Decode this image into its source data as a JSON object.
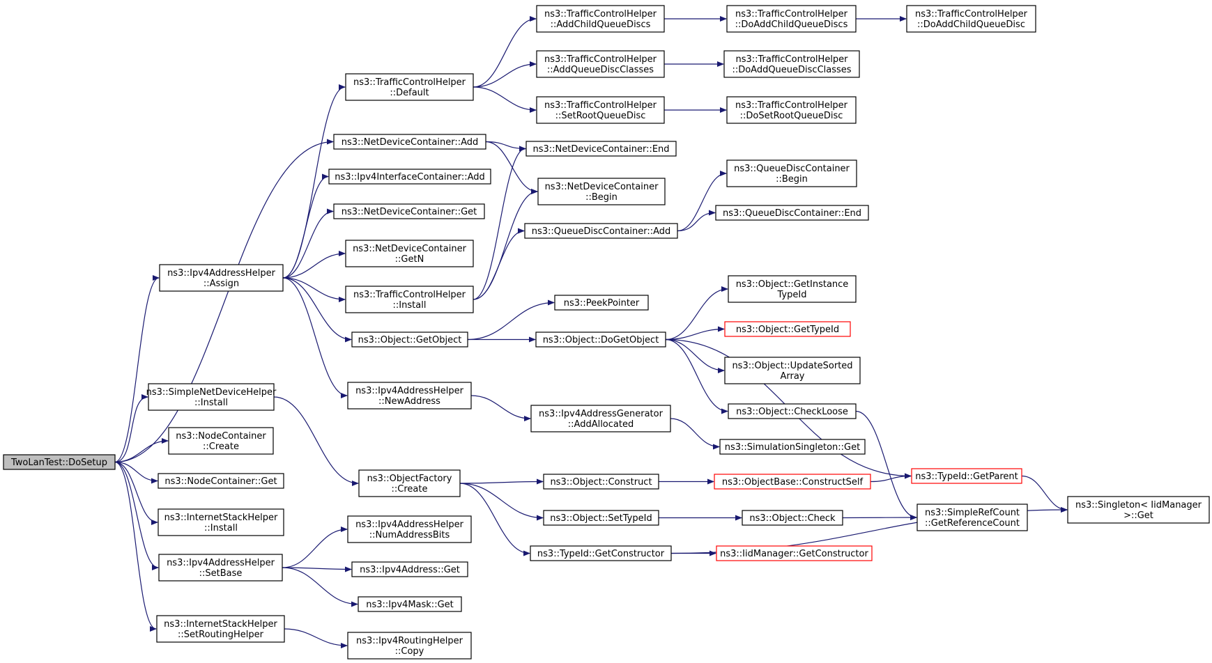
{
  "colors": {
    "edge": "#191970",
    "root_fill": "#bfbfbf",
    "red_border": "#ff0000"
  },
  "nodes": {
    "dosetup": {
      "lines": [
        "TwoLanTest::DoSetup"
      ],
      "style": "root"
    },
    "simplenetdev_install": {
      "lines": [
        "ns3::SimpleNetDeviceHelper",
        "::Install"
      ]
    },
    "nodecontainer_create": {
      "lines": [
        "ns3::NodeContainer",
        "::Create"
      ]
    },
    "nodecontainer_get": {
      "lines": [
        "ns3::NodeContainer::Get"
      ]
    },
    "internetstack_install": {
      "lines": [
        "ns3::InternetStackHelper",
        "::Install"
      ]
    },
    "ipv4addrhelper_setbase": {
      "lines": [
        "ns3::Ipv4AddressHelper",
        "::SetBase"
      ]
    },
    "internetstack_setrouting": {
      "lines": [
        "ns3::InternetStackHelper",
        "::SetRoutingHelper"
      ]
    },
    "ipv4addrhelper_assign": {
      "lines": [
        "ns3::Ipv4AddressHelper",
        "::Assign"
      ]
    },
    "tch_default": {
      "lines": [
        "ns3::TrafficControlHelper",
        "::Default"
      ]
    },
    "netdevcont_add": {
      "lines": [
        "ns3::NetDeviceContainer::Add"
      ]
    },
    "ipv4ifcont_add": {
      "lines": [
        "ns3::Ipv4InterfaceContainer::Add"
      ]
    },
    "netdevcont_get": {
      "lines": [
        "ns3::NetDeviceContainer::Get"
      ]
    },
    "netdevcont_getn": {
      "lines": [
        "ns3::NetDeviceContainer",
        "::GetN"
      ]
    },
    "tch_install": {
      "lines": [
        "ns3::TrafficControlHelper",
        "::Install"
      ]
    },
    "object_getobject": {
      "lines": [
        "ns3::Object::GetObject"
      ]
    },
    "ipv4addrhelper_newaddress": {
      "lines": [
        "ns3::Ipv4AddressHelper",
        "::NewAddress"
      ]
    },
    "objectfactory_create": {
      "lines": [
        "ns3::ObjectFactory",
        "::Create"
      ]
    },
    "ipv4addrhelper_numaddressbits": {
      "lines": [
        "ns3::Ipv4AddressHelper",
        "::NumAddressBits"
      ]
    },
    "ipv4address_get": {
      "lines": [
        "ns3::Ipv4Address::Get"
      ]
    },
    "ipv4mask_get": {
      "lines": [
        "ns3::Ipv4Mask::Get"
      ]
    },
    "ipv4routinghelper_copy": {
      "lines": [
        "ns3::Ipv4RoutingHelper",
        "::Copy"
      ]
    },
    "tch_addchildqueuediscs": {
      "lines": [
        "ns3::TrafficControlHelper",
        "::AddChildQueueDiscs"
      ]
    },
    "tch_addqueuediscclasses": {
      "lines": [
        "ns3::TrafficControlHelper",
        "::AddQueueDiscClasses"
      ]
    },
    "tch_setrootqueuedisc": {
      "lines": [
        "ns3::TrafficControlHelper",
        "::SetRootQueueDisc"
      ]
    },
    "netdevcont_end": {
      "lines": [
        "ns3::NetDeviceContainer::End"
      ]
    },
    "netdevcont_begin": {
      "lines": [
        "ns3::NetDeviceContainer",
        "::Begin"
      ]
    },
    "qdcont_add": {
      "lines": [
        "ns3::QueueDiscContainer::Add"
      ]
    },
    "peekpointer": {
      "lines": [
        "ns3::PeekPointer"
      ]
    },
    "object_dogetobject": {
      "lines": [
        "ns3::Object::DoGetObject"
      ]
    },
    "ipv4addrgen_addallocated": {
      "lines": [
        "ns3::Ipv4AddressGenerator",
        "::AddAllocated"
      ]
    },
    "object_construct": {
      "lines": [
        "ns3::Object::Construct"
      ]
    },
    "object_settypeid": {
      "lines": [
        "ns3::Object::SetTypeId"
      ]
    },
    "typeid_getconstructor": {
      "lines": [
        "ns3::TypeId::GetConstructor"
      ]
    },
    "tch_doaddchildqueuediscs": {
      "lines": [
        "ns3::TrafficControlHelper",
        "::DoAddChildQueueDiscs"
      ]
    },
    "tch_doaddqueuediscclasses": {
      "lines": [
        "ns3::TrafficControlHelper",
        "::DoAddQueueDiscClasses"
      ]
    },
    "tch_dosetrootqueuedisc": {
      "lines": [
        "ns3::TrafficControlHelper",
        "::DoSetRootQueueDisc"
      ]
    },
    "qdcont_begin": {
      "lines": [
        "ns3::QueueDiscContainer",
        "::Begin"
      ]
    },
    "qdcont_end": {
      "lines": [
        "ns3::QueueDiscContainer::End"
      ]
    },
    "object_getinstancetypeid": {
      "lines": [
        "ns3::Object::GetInstance",
        "TypeId"
      ]
    },
    "object_gettypeid": {
      "lines": [
        "ns3::Object::GetTypeId"
      ],
      "style": "red"
    },
    "object_updatesortedarray": {
      "lines": [
        "ns3::Object::UpdateSorted",
        "Array"
      ]
    },
    "object_checkloose": {
      "lines": [
        "ns3::Object::CheckLoose"
      ]
    },
    "simsingleton_get": {
      "lines": [
        "ns3::SimulationSingleton::Get"
      ]
    },
    "objectbase_constructself": {
      "lines": [
        "ns3::ObjectBase::ConstructSelf"
      ],
      "style": "red"
    },
    "object_check": {
      "lines": [
        "ns3::Object::Check"
      ]
    },
    "iidmanager_getconstructor": {
      "lines": [
        "ns3::IidManager::GetConstructor"
      ],
      "style": "red"
    },
    "tch_doaddchildqueuedisc": {
      "lines": [
        "ns3::TrafficControlHelper",
        "::DoAddChildQueueDisc"
      ]
    },
    "typeid_getparent": {
      "lines": [
        "ns3::TypeId::GetParent"
      ],
      "style": "red"
    },
    "simplerefcount_getrefcount": {
      "lines": [
        "ns3::SimpleRefCount",
        "::GetReferenceCount"
      ]
    },
    "singleton_get": {
      "lines": [
        "ns3::Singleton< IidManager",
        " >::Get"
      ]
    }
  },
  "edges": [
    [
      "dosetup",
      "netdevcont_add"
    ],
    [
      "dosetup",
      "ipv4addrhelper_assign"
    ],
    [
      "dosetup",
      "simplenetdev_install"
    ],
    [
      "dosetup",
      "nodecontainer_create"
    ],
    [
      "dosetup",
      "nodecontainer_get"
    ],
    [
      "dosetup",
      "internetstack_install"
    ],
    [
      "dosetup",
      "ipv4addrhelper_setbase"
    ],
    [
      "dosetup",
      "internetstack_setrouting"
    ],
    [
      "ipv4addrhelper_assign",
      "tch_default"
    ],
    [
      "ipv4addrhelper_assign",
      "ipv4ifcont_add"
    ],
    [
      "ipv4addrhelper_assign",
      "netdevcont_get"
    ],
    [
      "ipv4addrhelper_assign",
      "netdevcont_getn"
    ],
    [
      "ipv4addrhelper_assign",
      "tch_install"
    ],
    [
      "ipv4addrhelper_assign",
      "object_getobject"
    ],
    [
      "ipv4addrhelper_assign",
      "ipv4addrhelper_newaddress"
    ],
    [
      "simplenetdev_install",
      "objectfactory_create"
    ],
    [
      "ipv4addrhelper_setbase",
      "ipv4addrhelper_numaddressbits"
    ],
    [
      "ipv4addrhelper_setbase",
      "ipv4address_get"
    ],
    [
      "ipv4addrhelper_setbase",
      "ipv4mask_get"
    ],
    [
      "internetstack_setrouting",
      "ipv4routinghelper_copy"
    ],
    [
      "tch_default",
      "tch_addchildqueuediscs"
    ],
    [
      "tch_default",
      "tch_addqueuediscclasses"
    ],
    [
      "tch_default",
      "tch_setrootqueuedisc"
    ],
    [
      "netdevcont_add",
      "netdevcont_end"
    ],
    [
      "netdevcont_add",
      "netdevcont_begin"
    ],
    [
      "tch_install",
      "netdevcont_end"
    ],
    [
      "tch_install",
      "netdevcont_begin"
    ],
    [
      "tch_install",
      "qdcont_add"
    ],
    [
      "object_getobject",
      "peekpointer"
    ],
    [
      "object_getobject",
      "object_dogetobject"
    ],
    [
      "ipv4addrhelper_newaddress",
      "ipv4addrgen_addallocated"
    ],
    [
      "objectfactory_create",
      "object_construct"
    ],
    [
      "objectfactory_create",
      "object_settypeid"
    ],
    [
      "objectfactory_create",
      "typeid_getconstructor"
    ],
    [
      "tch_addchildqueuediscs",
      "tch_doaddchildqueuediscs"
    ],
    [
      "tch_addqueuediscclasses",
      "tch_doaddqueuediscclasses"
    ],
    [
      "tch_setrootqueuedisc",
      "tch_dosetrootqueuedisc"
    ],
    [
      "qdcont_add",
      "qdcont_begin"
    ],
    [
      "qdcont_add",
      "qdcont_end"
    ],
    [
      "object_dogetobject",
      "object_getinstancetypeid"
    ],
    [
      "object_dogetobject",
      "object_gettypeid"
    ],
    [
      "object_dogetobject",
      "object_updatesortedarray"
    ],
    [
      "object_dogetobject",
      "object_checkloose"
    ],
    [
      "object_dogetobject",
      "typeid_getparent"
    ],
    [
      "ipv4addrgen_addallocated",
      "simsingleton_get"
    ],
    [
      "object_construct",
      "objectbase_constructself"
    ],
    [
      "object_settypeid",
      "object_check"
    ],
    [
      "typeid_getconstructor",
      "iidmanager_getconstructor"
    ],
    [
      "typeid_getconstructor",
      "singleton_get"
    ],
    [
      "tch_doaddchildqueuediscs",
      "tch_doaddchildqueuedisc"
    ],
    [
      "object_checkloose",
      "simplerefcount_getrefcount"
    ],
    [
      "objectbase_constructself",
      "typeid_getparent"
    ],
    [
      "object_check",
      "simplerefcount_getrefcount"
    ],
    [
      "typeid_getparent",
      "singleton_get"
    ]
  ]
}
